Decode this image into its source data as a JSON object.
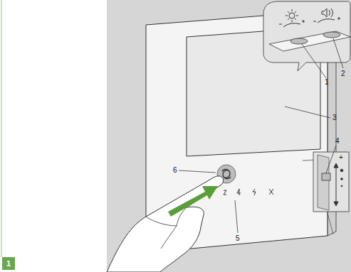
{
  "diagram": {
    "labels": [
      "2",
      "1",
      "3",
      "4",
      "6",
      "5",
      "1",
      "+"
    ]
  }
}
